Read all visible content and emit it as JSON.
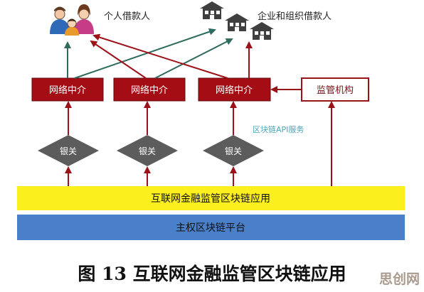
{
  "nodes": {
    "individual_borrowers": "个人借款人",
    "enterprise_borrowers": "企业和组织借款人",
    "intermediary_1": "网络中介",
    "intermediary_2": "网络中介",
    "intermediary_3": "网络中介",
    "regulator": "监管机构",
    "api_service": "区块链API服务",
    "gateway_1": "银关",
    "gateway_2": "银关",
    "gateway_3": "银关",
    "application_layer": "互联网金融监管区块链应用",
    "platform_layer": "主权区块链平台"
  },
  "caption": "图 13 互联网金融监管区块链应用",
  "watermark": "思创网",
  "icons": {
    "individuals": "people-icon",
    "enterprises": "house-icon"
  },
  "colors": {
    "box_fill": "#a50d15",
    "box_border": "#5e0a0d",
    "arrow_red": "#9b1218",
    "arrow_teal": "#2e6a5e",
    "gateway_fill": "#5c5c5c",
    "application_band": "#fbf01e",
    "platform_band": "#4a7fc9",
    "api_text": "#4aa6b8"
  }
}
